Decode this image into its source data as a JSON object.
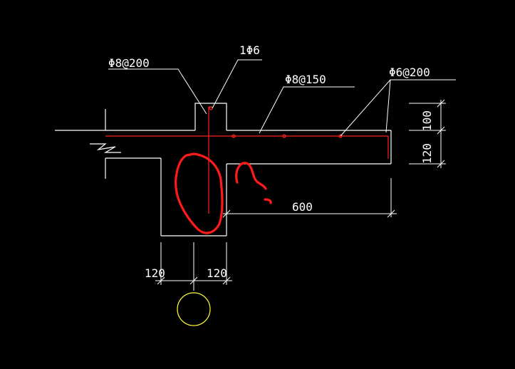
{
  "annotations": {
    "rebar_left": "Φ8@200",
    "rebar_top": "1Φ6",
    "rebar_mid": "Φ8@150",
    "rebar_right": "Φ6@200"
  },
  "dimensions": {
    "d100": "100",
    "d120_vertical": "120",
    "d600": "600",
    "d120_left": "120",
    "d120_right": "120"
  },
  "colors": {
    "background": "#000000",
    "line": "#ffffff",
    "rebar": "#ff2020",
    "markup": "#ff1a1a",
    "axis_circle": "#ffff33"
  }
}
